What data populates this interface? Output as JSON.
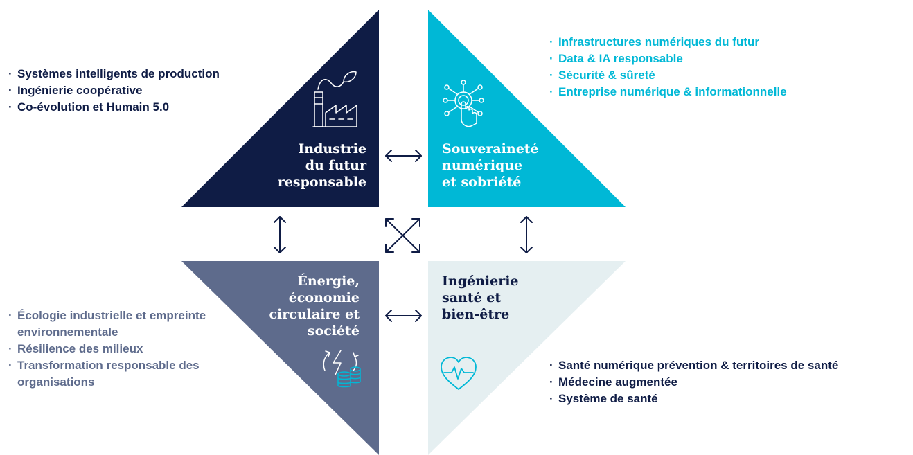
{
  "colors": {
    "navy": "#0f1c45",
    "cyan": "#00b8d6",
    "slate": "#5e6b8c",
    "pale": "#e5eff1",
    "arrow": "#0f1c45"
  },
  "quadrants": {
    "industry": {
      "title": "Industrie\ndu futur\nresponsable",
      "icon": "factory-leaf-icon",
      "items": [
        "Systèmes intelligents de production",
        "Ingénierie coopérative",
        "Co-évolution et Humain 5.0"
      ]
    },
    "digital": {
      "title": "Souveraineté\nnumérique\net sobriété",
      "icon": "touch-network-icon",
      "items": [
        "Infrastructures numériques du futur",
        "Data & IA responsable",
        "Sécurité & sûreté",
        "Entreprise numérique & informationnelle"
      ]
    },
    "energy": {
      "title": "Énergie,\néconomie\ncirculaire et\nsociété",
      "icon": "energy-coins-icon",
      "items": [
        "Écologie industrielle et empreinte environnementale",
        "Résilience des milieux",
        "Transformation responsable des organisations"
      ]
    },
    "health": {
      "title": "Ingénierie\nsanté et\nbien-être",
      "icon": "heart-pulse-icon",
      "items": [
        "Santé numérique prévention & territoires de santé",
        "Médecine augmentée",
        "Système de santé"
      ]
    }
  }
}
